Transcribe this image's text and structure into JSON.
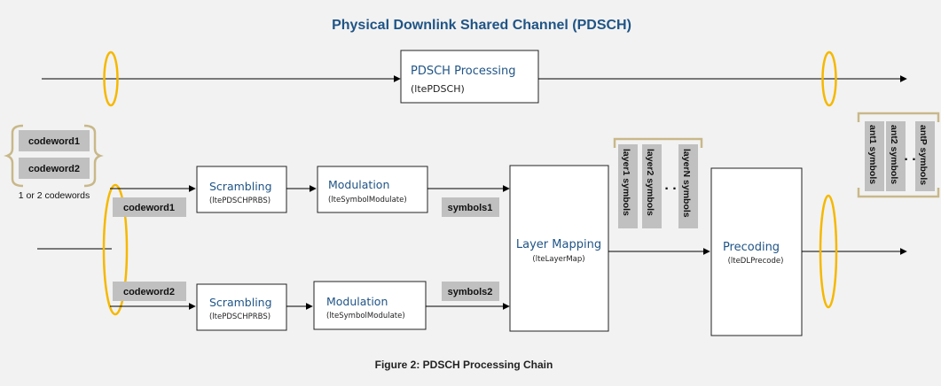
{
  "title": "Physical Downlink Shared Channel (PDSCH)",
  "caption": "Figure 2: PDSCH Processing Chain",
  "pdsch": {
    "title": "PDSCH Processing",
    "func": "(ltePDSCH)"
  },
  "codewords": {
    "cw1": "codeword1",
    "cw2": "codeword2",
    "note": "1 or 2 codewords"
  },
  "branch1": {
    "codeword": "codeword1",
    "scrambling": {
      "title": "Scrambling",
      "func": "(ltePDSCHPRBS)"
    },
    "modulation": {
      "title": "Modulation",
      "func": "(lteSymbolModulate)"
    },
    "symbols": "symbols1"
  },
  "branch2": {
    "codeword": "codeword2",
    "scrambling": {
      "title": "Scrambling",
      "func": "(ltePDSCHPRBS)"
    },
    "modulation": {
      "title": "Modulation",
      "func": "(lteSymbolModulate)"
    },
    "symbols": "symbols2"
  },
  "layer_mapping": {
    "title": "Layer Mapping",
    "func": "(lteLayerMap)"
  },
  "layers": [
    "layer1 symbols",
    "layer2 symbols",
    "layerN symbols"
  ],
  "precoding": {
    "title": "Precoding",
    "func": "(lteDLPrecode)"
  },
  "antennas": [
    "ant1 symbols",
    "ant2 symbols",
    "antP symbols"
  ],
  "ellipsis": ". ."
}
